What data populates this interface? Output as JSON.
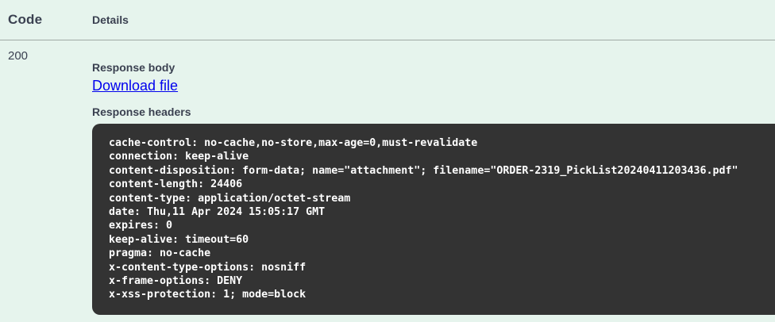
{
  "colors": {
    "page_background": "#e6f4ed",
    "code_block_background": "#333333",
    "code_block_text": "#ffffff",
    "heading_text": "#3b4151",
    "link_text": "#0000ee",
    "divider": "#a0a9a4"
  },
  "responses_table": {
    "column_headers": {
      "code": "Code",
      "details": "Details"
    },
    "response": {
      "status_code": "200",
      "response_body_label": "Response body",
      "download_file_link": "Download file",
      "response_headers_label": "Response headers",
      "response_headers_lines": [
        "cache-control: no-cache,no-store,max-age=0,must-revalidate",
        "connection: keep-alive",
        "content-disposition: form-data; name=\"attachment\"; filename=\"ORDER-2319_PickList20240411203436.pdf\"",
        "content-length: 24406",
        "content-type: application/octet-stream",
        "date: Thu,11 Apr 2024 15:05:17 GMT",
        "expires: 0",
        "keep-alive: timeout=60",
        "pragma: no-cache",
        "x-content-type-options: nosniff",
        "x-frame-options: DENY",
        "x-xss-protection: 1; mode=block"
      ]
    }
  }
}
